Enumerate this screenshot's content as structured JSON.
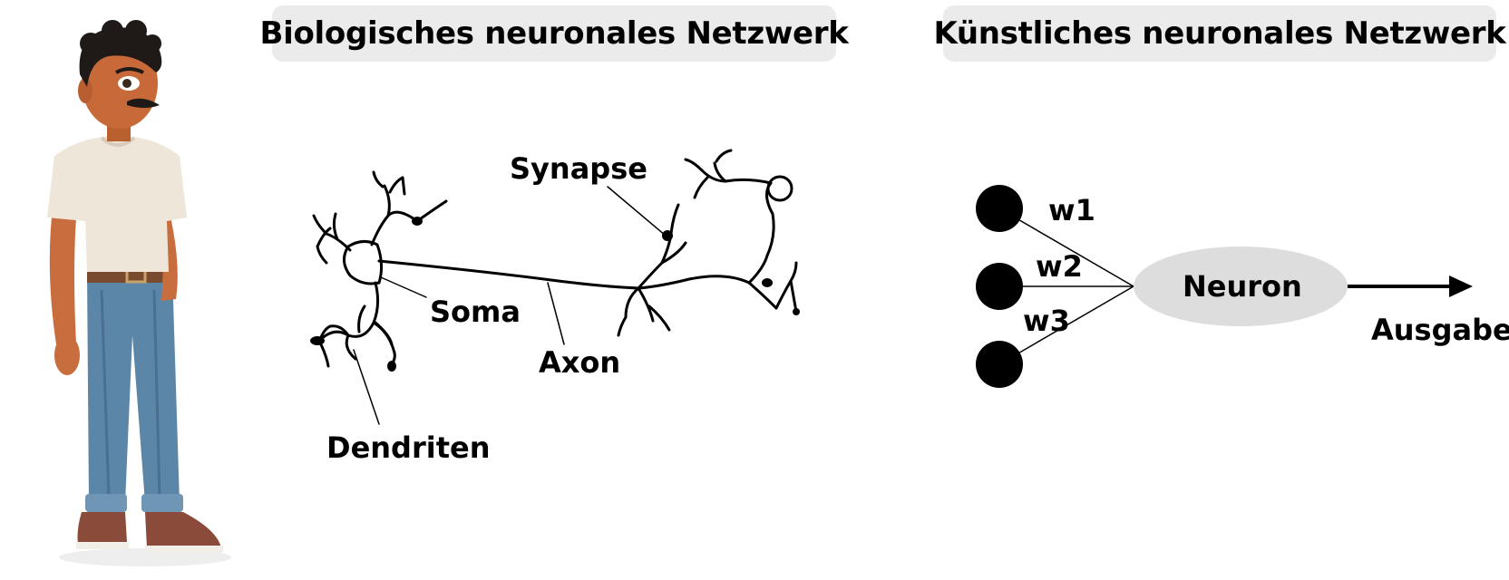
{
  "panels": {
    "biological": {
      "title": "Biologisches neuronales Netzwerk",
      "labels": {
        "synapse": "Synapse",
        "soma": "Soma",
        "axon": "Axon",
        "dendrites": "Dendriten"
      }
    },
    "artificial": {
      "title": "Künstliches neuronales Netzwerk",
      "weights": [
        "w1",
        "w2",
        "w3"
      ],
      "neuron": "Neuron",
      "output": "Ausgabe"
    }
  },
  "colors": {
    "title_background": "#ebebeb",
    "neuron_fill": "#dddddd",
    "ink": "#000000"
  },
  "icons": {
    "character": "cartoon-man-illustration"
  }
}
